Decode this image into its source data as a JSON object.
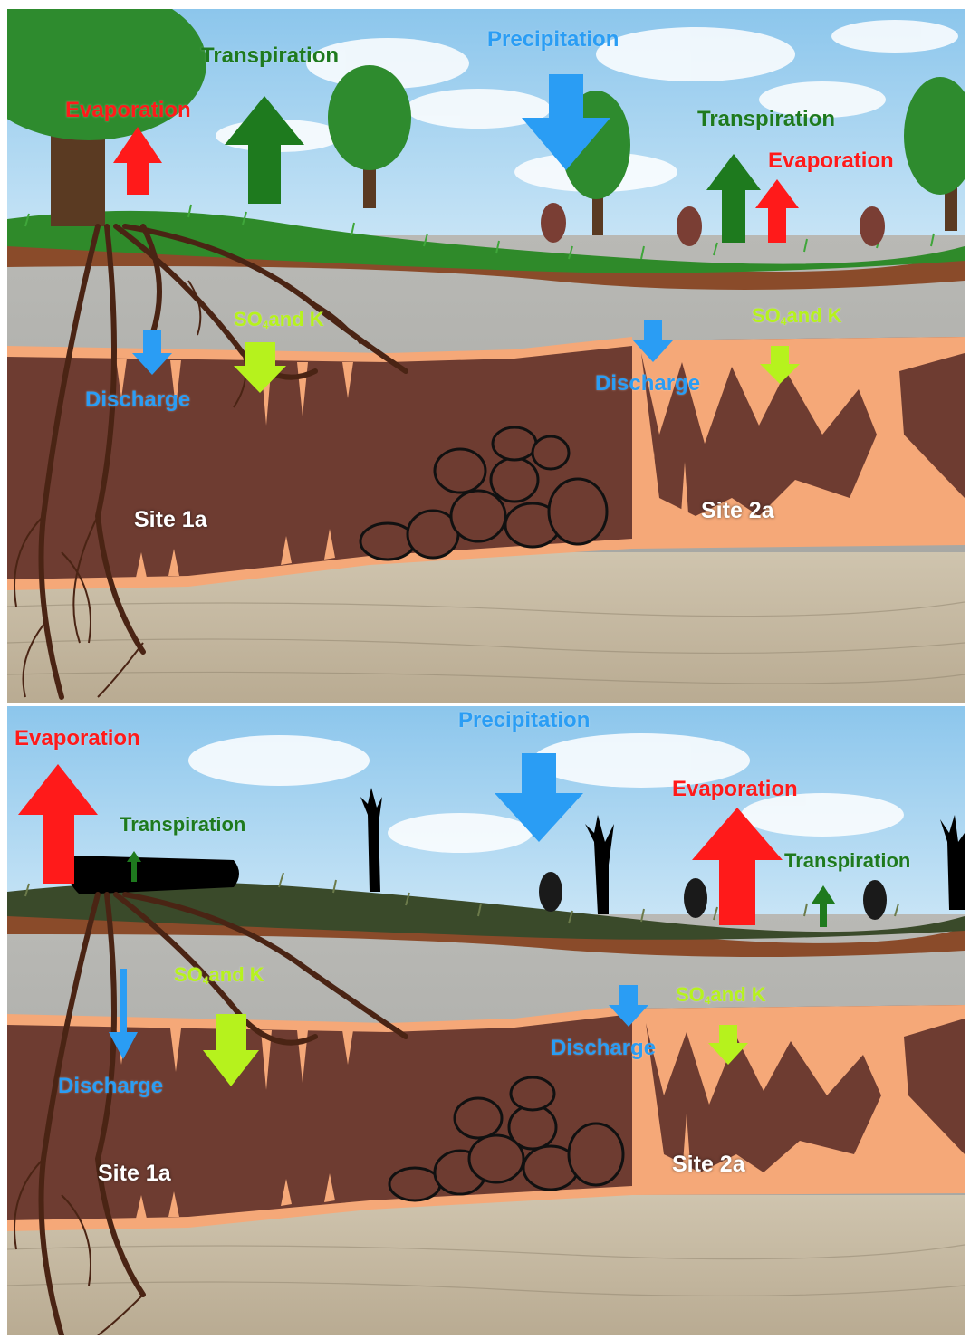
{
  "colors": {
    "evaporation": "#ff1a1a",
    "transpiration": "#1e7a1e",
    "precipitation": "#2a9df4",
    "discharge": "#2a9df4",
    "so4k": "#b6f21d",
    "soil": "#6b3a30",
    "speleothem": "#f5a878",
    "bedrock": "#c7bba5",
    "sky": "#9fd0ee",
    "grass": "#2f8a2a",
    "root": "#4a2414"
  },
  "panels": [
    {
      "id": "wet",
      "labels": {
        "evaporation_left": "Evaporation",
        "transpiration_left": "Transpiration",
        "precipitation": "Precipitation",
        "transpiration_right": "Transpiration",
        "evaporation_right": "Evaporation",
        "so4_left_prefix": "SO",
        "so4_left_sub": "4",
        "so4_left_suffix": "and K",
        "so4_right_prefix": "SO",
        "so4_right_sub": "4",
        "so4_right_suffix": "and K",
        "discharge_left": "Discharge",
        "discharge_right": "Discharge",
        "site_1a": "Site 1a",
        "site_2a": "Site 2a"
      }
    },
    {
      "id": "dry",
      "labels": {
        "evaporation_left": "Evaporation",
        "transpiration_left": "Transpiration",
        "precipitation": "Precipitation",
        "evaporation_right": "Evaporation",
        "transpiration_right": "Transpiration",
        "so4_left_prefix": "SO",
        "so4_left_sub": "4",
        "so4_left_suffix": "and K",
        "so4_right_prefix": "SO",
        "so4_right_sub": "4",
        "so4_right_suffix": "and K",
        "discharge_left": "Discharge",
        "discharge_right": "Discharge",
        "site_1a": "Site 1a",
        "site_2a": "Site 2a"
      }
    }
  ]
}
